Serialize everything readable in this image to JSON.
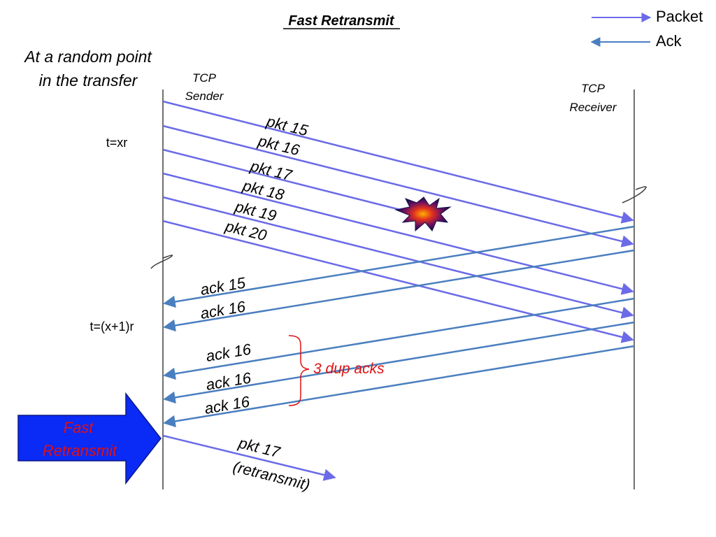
{
  "title": "Fast Retransmit",
  "legend": {
    "packet": "Packet",
    "ack": "Ack"
  },
  "context": [
    "At a random point",
    "in the transfer"
  ],
  "sender": [
    "TCP",
    "Sender"
  ],
  "receiver": [
    "TCP",
    "Receiver"
  ],
  "time_labels": {
    "t1": "t=xr",
    "t2": "t=(x+1)r"
  },
  "packets": [
    "pkt 15",
    "pkt 16",
    "pkt 17",
    "pkt 18",
    "pkt 19",
    "pkt 20"
  ],
  "acks": [
    "ack 15",
    "ack 16",
    "ack 16",
    "ack 16",
    "ack 16"
  ],
  "dup_label": "3 dup acks",
  "fast_retransmit": [
    "Fast",
    "Retransmit"
  ],
  "retransmit": [
    "pkt 17",
    "(retransmit)"
  ],
  "colors": {
    "packet": "#6b6be8",
    "ack": "#4a7fbf",
    "arrow_fill": "#0a2af5",
    "highlight": "#e01010",
    "timeline": "#404040"
  },
  "icons": {
    "loss": "explosion-icon"
  }
}
